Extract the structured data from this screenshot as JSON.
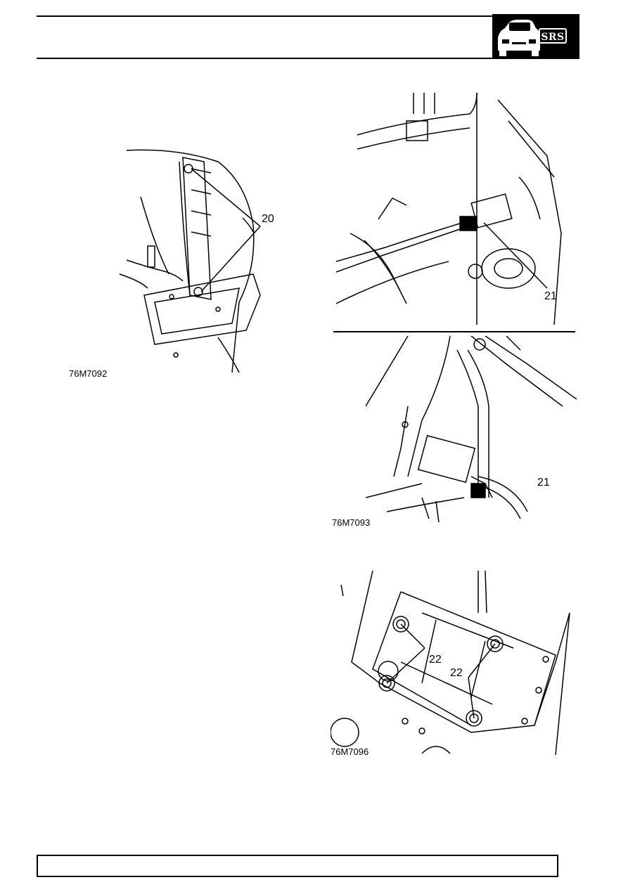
{
  "header": {
    "badge_label": "SRS",
    "badge_icon": "car-front-icon"
  },
  "figures": [
    {
      "ref": "76M7092",
      "callouts": [
        "20"
      ]
    },
    {
      "ref": "",
      "callouts": [
        "21"
      ]
    },
    {
      "ref": "76M7093",
      "callouts": [
        "21"
      ]
    },
    {
      "ref": "76M7096",
      "callouts": [
        "22",
        "22"
      ]
    }
  ]
}
